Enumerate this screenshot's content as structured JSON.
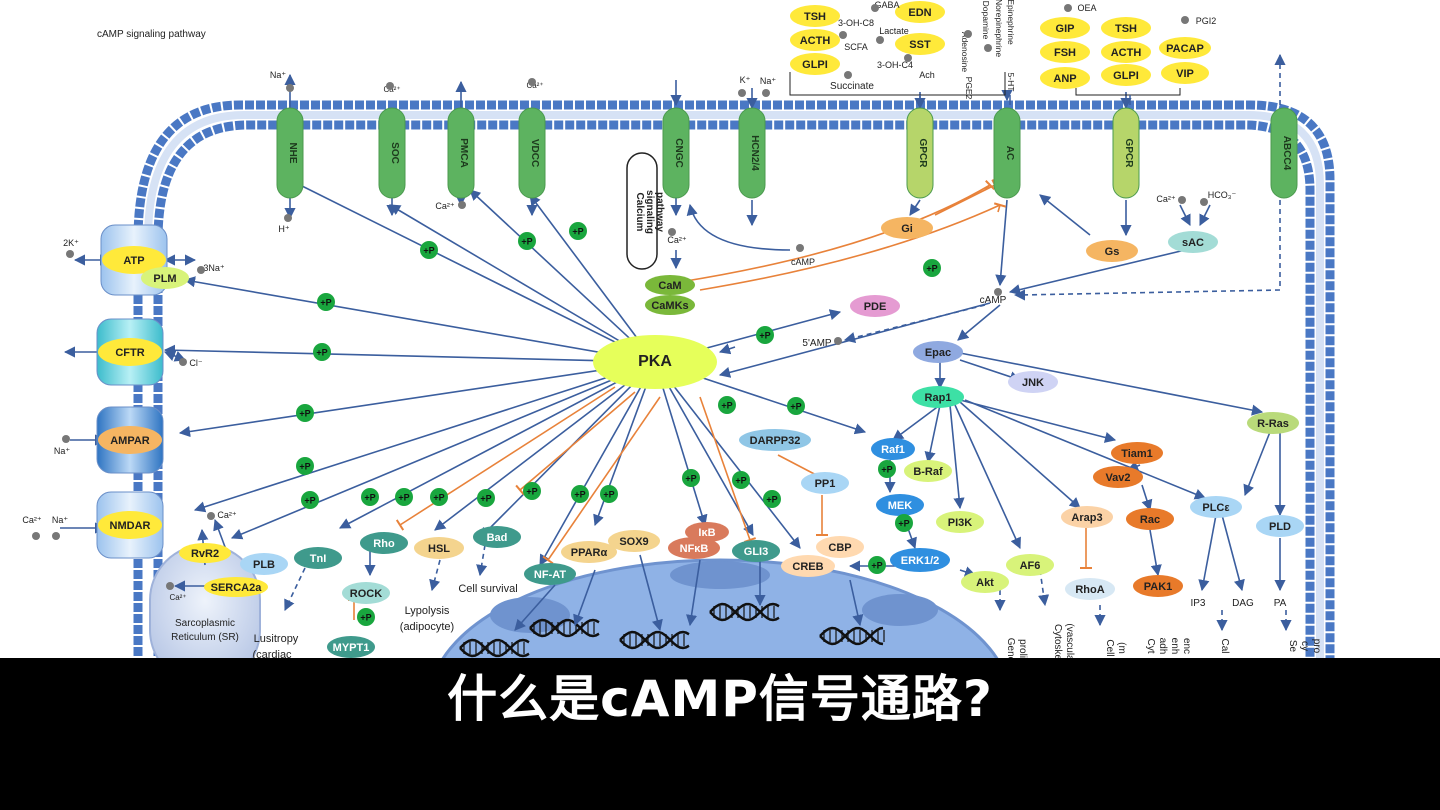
{
  "diagram": {
    "title": "cAMP signaling pathway",
    "caption": "什么是cAMP信号通路?",
    "colors": {
      "membrane_head": "#4a78c4",
      "channel_green": "#5db360",
      "gpcr_lightgreen": "#b6d56a",
      "yellow": "#ffe93a",
      "pka": "#e6ff5a",
      "orange_node": "#f5b562",
      "orange_dark": "#e87a2a",
      "blue_node": "#2f8fe0",
      "light_blue_node": "#a9d6f5",
      "teal_node": "#3f9a8c",
      "phospho_green": "#19a63e",
      "inhibit_orange": "#e8823a",
      "arrow_blue": "#3b5e9e",
      "nucleus": "#8fb2e6"
    },
    "channels": [
      "NHE",
      "SOC",
      "PMCA",
      "VDCC",
      "CNGC",
      "HCN2/4",
      "GPCR",
      "AC",
      "GPCR",
      "ABCC4"
    ],
    "ligands_left": [
      "TSH",
      "ACTH",
      "GLPI",
      "EDN",
      "SST"
    ],
    "ligands_left_small": [
      "GABA",
      "3-OH-C8",
      "SCFA",
      "Lactate",
      "3-OH-C4",
      "Ach",
      "Succinate"
    ],
    "ligands_vertical": [
      "Adenosine",
      "PGE2",
      "Dopamine",
      "Norepinephrine",
      "Epinephrine",
      "5-HT"
    ],
    "ligands_right": [
      "GIP",
      "FSH",
      "ANP",
      "TSH",
      "ACTH",
      "GLPI",
      "PACAP",
      "VIP"
    ],
    "ligands_right_small": [
      "OEA",
      "PGI2"
    ],
    "ions": {
      "na_top": "Na⁺",
      "ca_soc": "Ca²⁺",
      "ca_vdcc": "Ca²⁺",
      "h": "H⁺",
      "ca_pmca": "Ca²⁺",
      "k": "K⁺",
      "na_hcn": "Na⁺",
      "k2": "2K⁺",
      "na3": "3Na⁺",
      "cl": "Cl⁻",
      "na_ampar": "Na⁺",
      "ca_nmdar": "Ca²⁺",
      "na_nmdar": "Na⁺",
      "ca_rvr2": "Ca²⁺",
      "ca_serca": "Ca²⁺",
      "ca_cngc": "Ca²⁺",
      "camp_hcn": "cAMP",
      "ca_sac": "Ca²⁺",
      "hco3": "HCO₃⁻"
    },
    "left_channels": [
      "ATP",
      "PLM",
      "CFTR",
      "AMPAR",
      "NMDAR"
    ],
    "sr_label": [
      "Sarcoplasmic",
      "Reticulum (SR)"
    ],
    "sr_nodes": [
      "RvR2",
      "PLB",
      "SERCA2a"
    ],
    "calcium_box": [
      "Calcium",
      "signaling",
      "pathway"
    ],
    "nodes": {
      "pka": "PKA",
      "camp": "cAMP",
      "amp5": "5'AMP",
      "pde": "PDE",
      "epac": "Epac",
      "jnk": "JNK",
      "rap1": "Rap1",
      "rras": "R-Ras",
      "raf1": "Raf1",
      "braf": "B-Raf",
      "mek": "MEK",
      "erk": "ERK1/2",
      "pi3k": "PI3K",
      "akt": "Akt",
      "af6": "AF6",
      "arap3": "Arap3",
      "rhoa": "RhoA",
      "tiam1": "Tiam1",
      "vav2": "Vav2",
      "rac": "Rac",
      "pak1": "PAK1",
      "plce": "PLCε",
      "pld": "PLD",
      "ip3": "IP3",
      "dag": "DAG",
      "pa": "PA",
      "gi": "Gi",
      "gs": "Gs",
      "sac": "sAC",
      "cam": "CaM",
      "camks": "CaMKs",
      "darpp32": "DARPP32",
      "pp1": "PP1",
      "cbp": "CBP",
      "creb": "CREB",
      "tni": "TnI",
      "rho": "Rho",
      "rock": "ROCK",
      "mypt1": "MYPT1",
      "hsl": "HSL",
      "bad": "Bad",
      "nfat": "NF-AT",
      "ppara": "PPARα",
      "sox9": "SOX9",
      "ikb": "IκB",
      "nfkb": "NFκB",
      "gli3": "GLI3"
    },
    "phospho": "+P",
    "outcome_texts": {
      "cell_survival": "Cell survival",
      "lypolysis": [
        "Lypolysis",
        "(adipocyte)"
      ],
      "lusitropy": [
        "Lusitropy",
        "(cardiac"
      ],
      "gene_prolif": [
        "Gene",
        "prolif"
      ],
      "cytoske_vascula": [
        "Cytoske",
        "(vascula"
      ],
      "cell_m": [
        "Cell",
        "(m"
      ],
      "cyt_adh": [
        "Cyt",
        "adh",
        "enh",
        "enc"
      ],
      "cal": [
        "Cal"
      ],
      "sec_cyt": [
        "Se",
        "cy",
        "pro"
      ]
    }
  }
}
